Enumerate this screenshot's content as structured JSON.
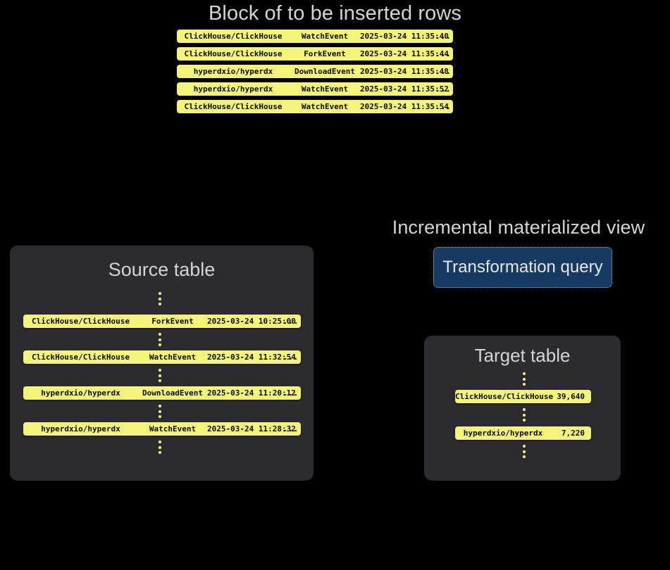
{
  "colors": {
    "background": "#000000",
    "panel": "#2b2b30",
    "row_yellow": "#f4f47b",
    "row_text": "#0a0a0a",
    "heading_text": "#d4d4d4",
    "query_box_fill": "#173a63",
    "query_box_border": "#9fb4cc",
    "query_box_text": "#e8e8e8"
  },
  "block": {
    "title": "Block of to be inserted rows",
    "rows": [
      {
        "repo": "ClickHouse/ClickHouse",
        "event": "WatchEvent",
        "timestamp": "2025-03-24 11:35:40",
        "more": "..."
      },
      {
        "repo": "ClickHouse/ClickHouse",
        "event": "ForkEvent",
        "timestamp": "2025-03-24 11:35:44",
        "more": "..."
      },
      {
        "repo": "hyperdxio/hyperdx",
        "event": "DownloadEvent",
        "timestamp": "2025-03-24 11:35:48",
        "more": "..."
      },
      {
        "repo": "hyperdxio/hyperdx",
        "event": "WatchEvent",
        "timestamp": "2025-03-24 11:35:52",
        "more": "..."
      },
      {
        "repo": "ClickHouse/ClickHouse",
        "event": "WatchEvent",
        "timestamp": "2025-03-24 11:35:54",
        "more": "..."
      }
    ]
  },
  "source_table": {
    "title": "Source table",
    "rows": [
      {
        "repo": "ClickHouse/ClickHouse",
        "event": "ForkEvent",
        "timestamp": "2025-03-24 10:25:00",
        "more": "..."
      },
      {
        "repo": "ClickHouse/ClickHouse",
        "event": "WatchEvent",
        "timestamp": "2025-03-24 11:32:54",
        "more": "..."
      },
      {
        "repo": "hyperdxio/hyperdx",
        "event": "DownloadEvent",
        "timestamp": "2025-03-24 11:20:12",
        "more": "..."
      },
      {
        "repo": "hyperdxio/hyperdx",
        "event": "WatchEvent",
        "timestamp": "2025-03-24 11:28:32",
        "more": "..."
      }
    ]
  },
  "materialized_view": {
    "title": "Incremental materialized view",
    "query_label": "Transformation query"
  },
  "target_table": {
    "title": "Target table",
    "rows": [
      {
        "repo": "ClickHouse/ClickHouse",
        "count": "39,640"
      },
      {
        "repo": "hyperdxio/hyperdx",
        "count": "7,220"
      }
    ]
  }
}
